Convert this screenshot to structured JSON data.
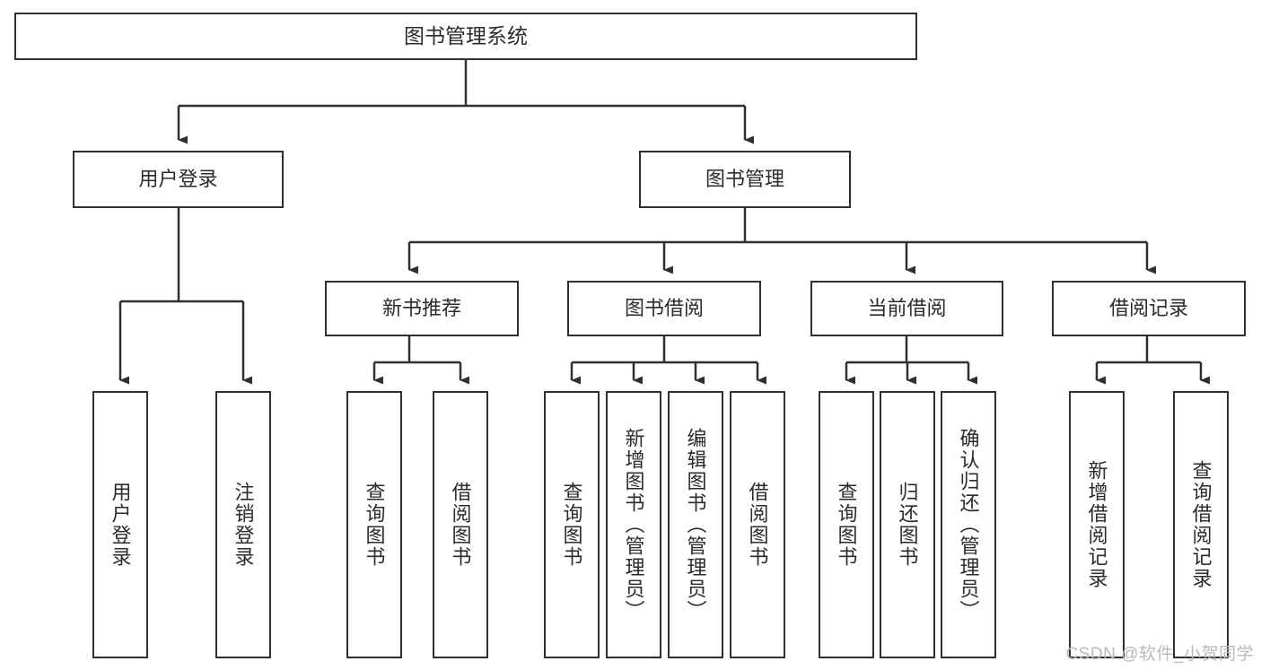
{
  "diagram": {
    "title": "图书管理系统",
    "type": "function-structure-tree",
    "colors": {
      "box_border": "#30302f",
      "box_fill": "#ffffff",
      "connector": "#30302f",
      "text": "#2b2b2b",
      "watermark": "#b9b9b9",
      "background": "#ffffff"
    },
    "root": {
      "label": "图书管理系统"
    },
    "level2": [
      {
        "label": "用户登录"
      },
      {
        "label": "图书管理"
      }
    ],
    "level3": [
      {
        "label": "新书推荐"
      },
      {
        "label": "图书借阅"
      },
      {
        "label": "当前借阅"
      },
      {
        "label": "借阅记录"
      }
    ],
    "leaves": {
      "user_login": [
        {
          "label": "用户登录"
        },
        {
          "label": "注销登录"
        }
      ],
      "new_book_recommend": [
        {
          "label": "查询图书"
        },
        {
          "label": "借阅图书"
        }
      ],
      "book_borrow": [
        {
          "label": "查询图书"
        },
        {
          "label": "新增图书（管理员）"
        },
        {
          "label": "编辑图书（管理员）"
        },
        {
          "label": "借阅图书"
        }
      ],
      "current_borrow": [
        {
          "label": "查询图书"
        },
        {
          "label": "归还图书"
        },
        {
          "label": "确认归还（管理员）"
        }
      ],
      "borrow_record": [
        {
          "label": "新增借阅记录"
        },
        {
          "label": "查询借阅记录"
        }
      ]
    }
  },
  "watermark": {
    "text": "CSDN @软件_小贺同学"
  }
}
